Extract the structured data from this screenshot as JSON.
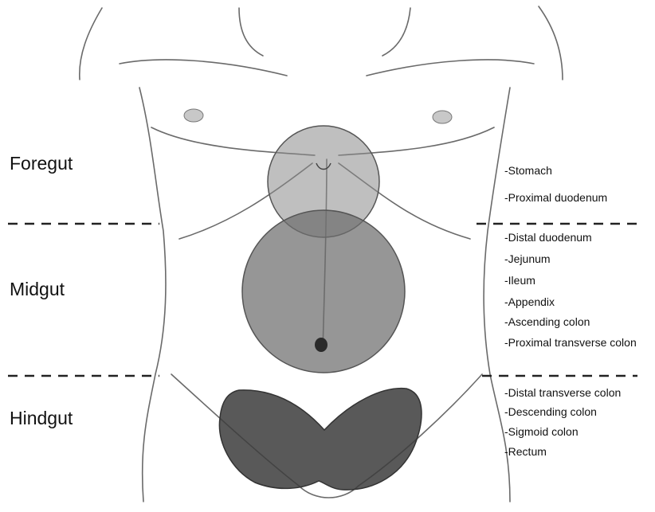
{
  "regions": [
    {
      "label": "Foregut",
      "organs": [
        "-Stomach",
        "-Proximal duodenum"
      ]
    },
    {
      "label": "Midgut",
      "organs": [
        "-Distal duodenum",
        "-Jejunum",
        "-Ileum",
        "-Appendix",
        "-Ascending colon",
        "-Proximal transverse colon"
      ]
    },
    {
      "label": "Hindgut",
      "organs": [
        "-Distal transverse colon",
        "-Descending colon",
        "-Sigmoid colon",
        "-Rectum"
      ]
    }
  ],
  "colors": {
    "foregut_region": "#8a8a8a",
    "midgut_region": "#6e6e6e",
    "hindgut_region": "#3c3c3c",
    "outline": "#555555",
    "divider": "#222222"
  }
}
